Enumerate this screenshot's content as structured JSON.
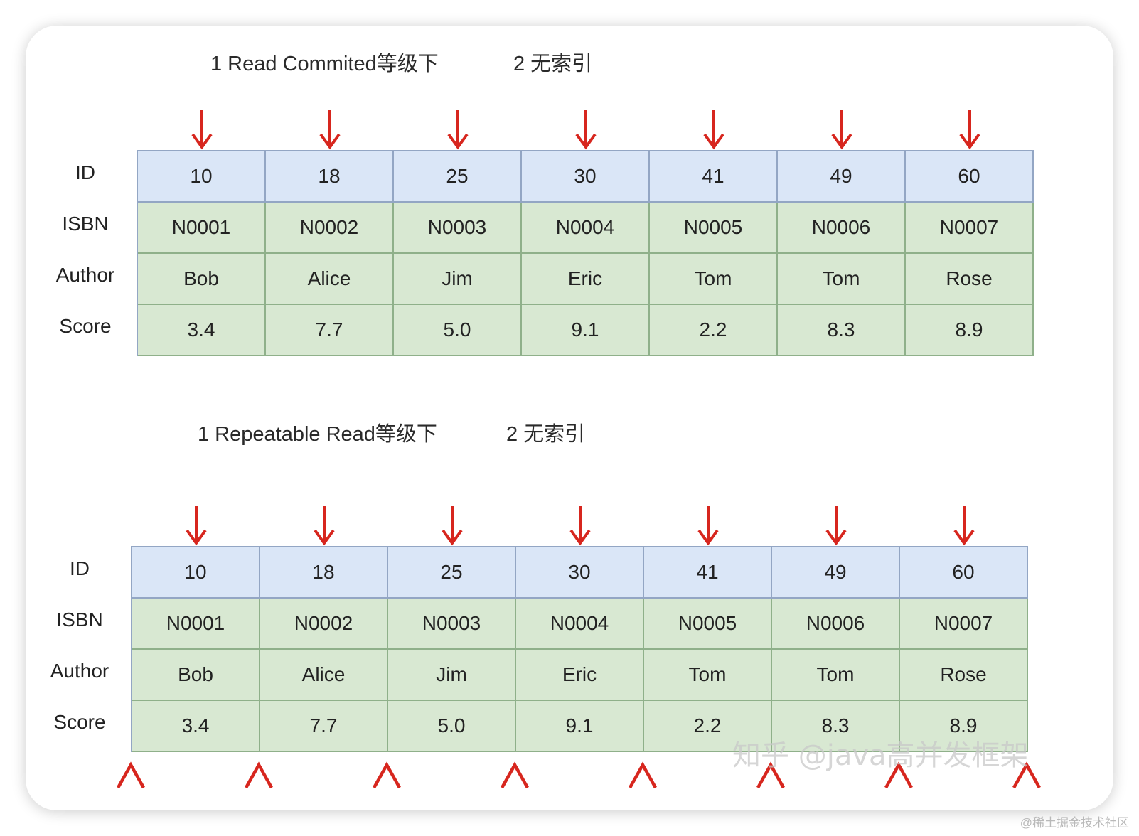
{
  "diagram1": {
    "heading_a": "1 Read Commited等级下",
    "heading_b": "2 无索引",
    "row_labels": [
      "ID",
      "ISBN",
      "Author",
      "Score"
    ],
    "ids": [
      "10",
      "18",
      "25",
      "30",
      "41",
      "49",
      "60"
    ],
    "isbn": [
      "N0001",
      "N0002",
      "N0003",
      "N0004",
      "N0005",
      "N0006",
      "N0007"
    ],
    "author": [
      "Bob",
      "Alice",
      "Jim",
      "Eric",
      "Tom",
      "Tom",
      "Rose"
    ],
    "score": [
      "3.4",
      "7.7",
      "5.0",
      "9.1",
      "2.2",
      "8.3",
      "8.9"
    ],
    "row_lock_markers": 7
  },
  "diagram2": {
    "heading_a": "1 Repeatable Read等级下",
    "heading_b": "2 无索引",
    "row_labels": [
      "ID",
      "ISBN",
      "Author",
      "Score"
    ],
    "ids": [
      "10",
      "18",
      "25",
      "30",
      "41",
      "49",
      "60"
    ],
    "isbn": [
      "N0001",
      "N0002",
      "N0003",
      "N0004",
      "N0005",
      "N0006",
      "N0007"
    ],
    "author": [
      "Bob",
      "Alice",
      "Jim",
      "Eric",
      "Tom",
      "Tom",
      "Rose"
    ],
    "score": [
      "3.4",
      "7.7",
      "5.0",
      "9.1",
      "2.2",
      "8.3",
      "8.9"
    ],
    "row_lock_markers": 7,
    "gap_lock_markers": 8
  },
  "colors": {
    "arrow": "#d7261e",
    "caret": "#d7261e",
    "id_row": "#dae6f7",
    "data_row": "#d8e8d2"
  },
  "watermark": "知乎 @java高并发框架",
  "credit": "@稀土掘金技术社区"
}
